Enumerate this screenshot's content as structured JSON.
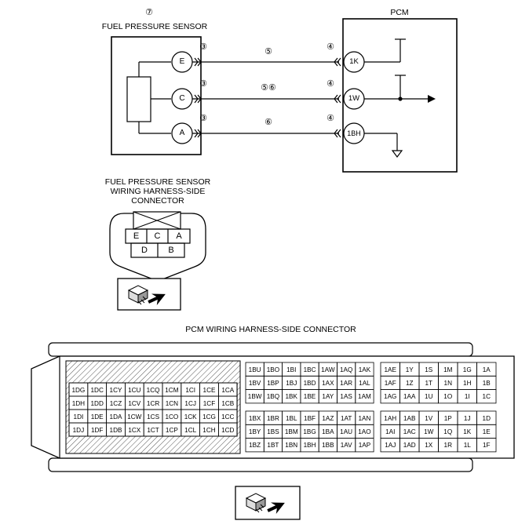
{
  "sensor": {
    "ref": "⑦",
    "title": "FUEL PRESSURE SENSOR",
    "pins": [
      "E",
      "C",
      "A"
    ]
  },
  "pcm": {
    "title": "PCM",
    "pins": [
      "1K",
      "1W",
      "1BH"
    ]
  },
  "wires": {
    "sensor_marks": [
      "③",
      "③",
      "③"
    ],
    "pcm_marks": [
      "④",
      "④",
      "④"
    ],
    "mid_marks": [
      "⑤",
      "⑤⑥",
      "⑥"
    ]
  },
  "sensor_connector": {
    "caption": [
      "FUEL PRESSURE SENSOR",
      "WIRING HARNESS-SIDE",
      "CONNECTOR"
    ],
    "top_row": [
      "E",
      "C",
      "A"
    ],
    "bottom_row": [
      "D",
      "B"
    ]
  },
  "pcm_connector": {
    "caption": "PCM WIRING HARNESS-SIDE CONNECTOR",
    "left_block": [
      [
        "1DG",
        "1DC",
        "1CY",
        "1CU",
        "1CQ",
        "1CM",
        "1CI",
        "1CE",
        "1CA"
      ],
      [
        "1DH",
        "1DD",
        "1CZ",
        "1CV",
        "1CR",
        "1CN",
        "1CJ",
        "1CF",
        "1CB"
      ],
      [
        "1DI",
        "1DE",
        "1DA",
        "1CW",
        "1CS",
        "1CO",
        "1CK",
        "1CG",
        "1CC"
      ],
      [
        "1DJ",
        "1DF",
        "1DB",
        "1CX",
        "1CT",
        "1CP",
        "1CL",
        "1CH",
        "1CD"
      ]
    ],
    "mid_block_top": [
      [
        "1BU",
        "1BO",
        "1BI",
        "1BC",
        "1AW",
        "1AQ",
        "1AK"
      ],
      [
        "1BV",
        "1BP",
        "1BJ",
        "1BD",
        "1AX",
        "1AR",
        "1AL"
      ],
      [
        "1BW",
        "1BQ",
        "1BK",
        "1BE",
        "1AY",
        "1AS",
        "1AM"
      ]
    ],
    "mid_block_bottom": [
      [
        "1BX",
        "1BR",
        "1BL",
        "1BF",
        "1AZ",
        "1AT",
        "1AN"
      ],
      [
        "1BY",
        "1BS",
        "1BM",
        "1BG",
        "1BA",
        "1AU",
        "1AO"
      ],
      [
        "1BZ",
        "1BT",
        "1BN",
        "1BH",
        "1BB",
        "1AV",
        "1AP"
      ]
    ],
    "right_block_top": [
      [
        "1AE",
        "1Y",
        "1S",
        "1M",
        "1G",
        "1A"
      ],
      [
        "1AF",
        "1Z",
        "1T",
        "1N",
        "1H",
        "1B"
      ],
      [
        "1AG",
        "1AA",
        "1U",
        "1O",
        "1I",
        "1C"
      ]
    ],
    "right_block_bottom": [
      [
        "1AH",
        "1AB",
        "1V",
        "1P",
        "1J",
        "1D"
      ],
      [
        "1AI",
        "1AC",
        "1W",
        "1Q",
        "1K",
        "1E"
      ],
      [
        "1AJ",
        "1AD",
        "1X",
        "1R",
        "1L",
        "1F"
      ]
    ]
  }
}
